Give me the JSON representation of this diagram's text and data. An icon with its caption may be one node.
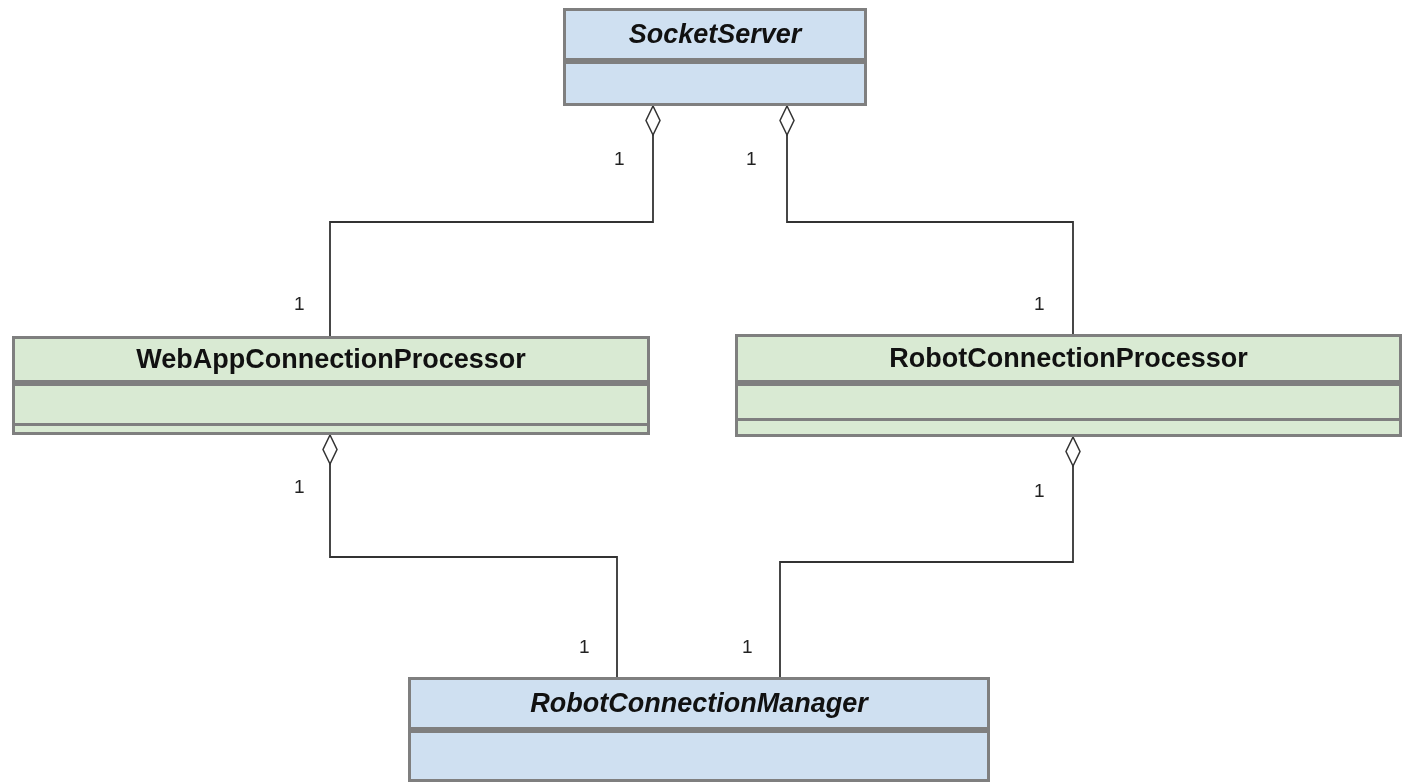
{
  "diagram": {
    "nodes": [
      {
        "text": [
          "SocketServer"
        ]
      },
      {
        "text": [
          "WebAppConnectionProcessor"
        ]
      },
      {
        "text": [
          "RobotConnectionProcessor"
        ]
      },
      {
        "text": [
          "RobotConnectionManager"
        ]
      }
    ],
    "edges": [
      {
        "from": 0,
        "to": 1,
        "arrow": "other"
      },
      {
        "from": 0,
        "to": 2,
        "arrow": "other"
      },
      {
        "from": 1,
        "to": 3,
        "arrow": "other"
      },
      {
        "from": 2,
        "to": 3,
        "arrow": "other"
      }
    ],
    "labels": [
      "1",
      "1",
      "1",
      "1",
      "1",
      "1",
      "1",
      "1"
    ]
  }
}
